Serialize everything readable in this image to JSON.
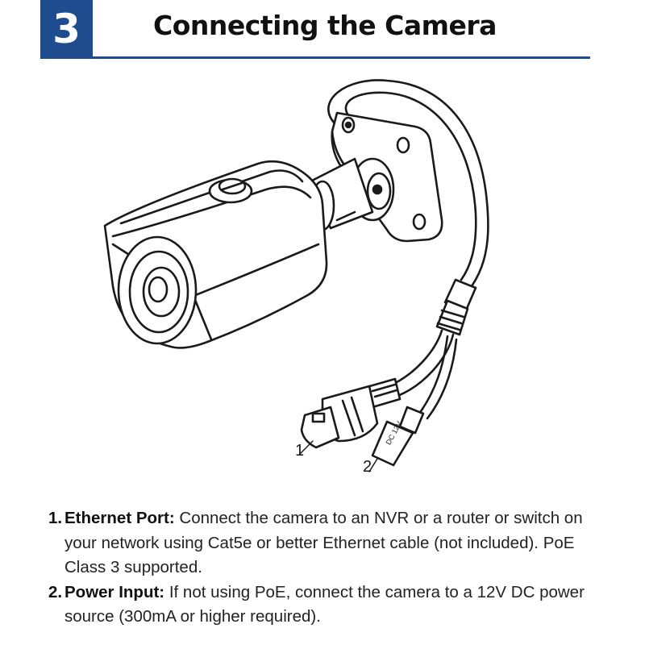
{
  "header": {
    "step_number": "3",
    "title": "Connecting the Camera"
  },
  "diagram": {
    "callouts": [
      "1",
      "2"
    ],
    "dc_connector_text": "DC 12V"
  },
  "instructions": [
    {
      "number": "1.",
      "label": "Ethernet Port:",
      "text": " Connect the camera to an NVR or a router or switch on your network using Cat5e or better Ethernet cable (not included). PoE Class 3 supported."
    },
    {
      "number": "2.",
      "label": "Power Input:",
      "text": " If not using PoE, connect the camera to a 12V DC power source (300mA or higher required)."
    }
  ],
  "colors": {
    "accent": "#1f4c8f"
  }
}
